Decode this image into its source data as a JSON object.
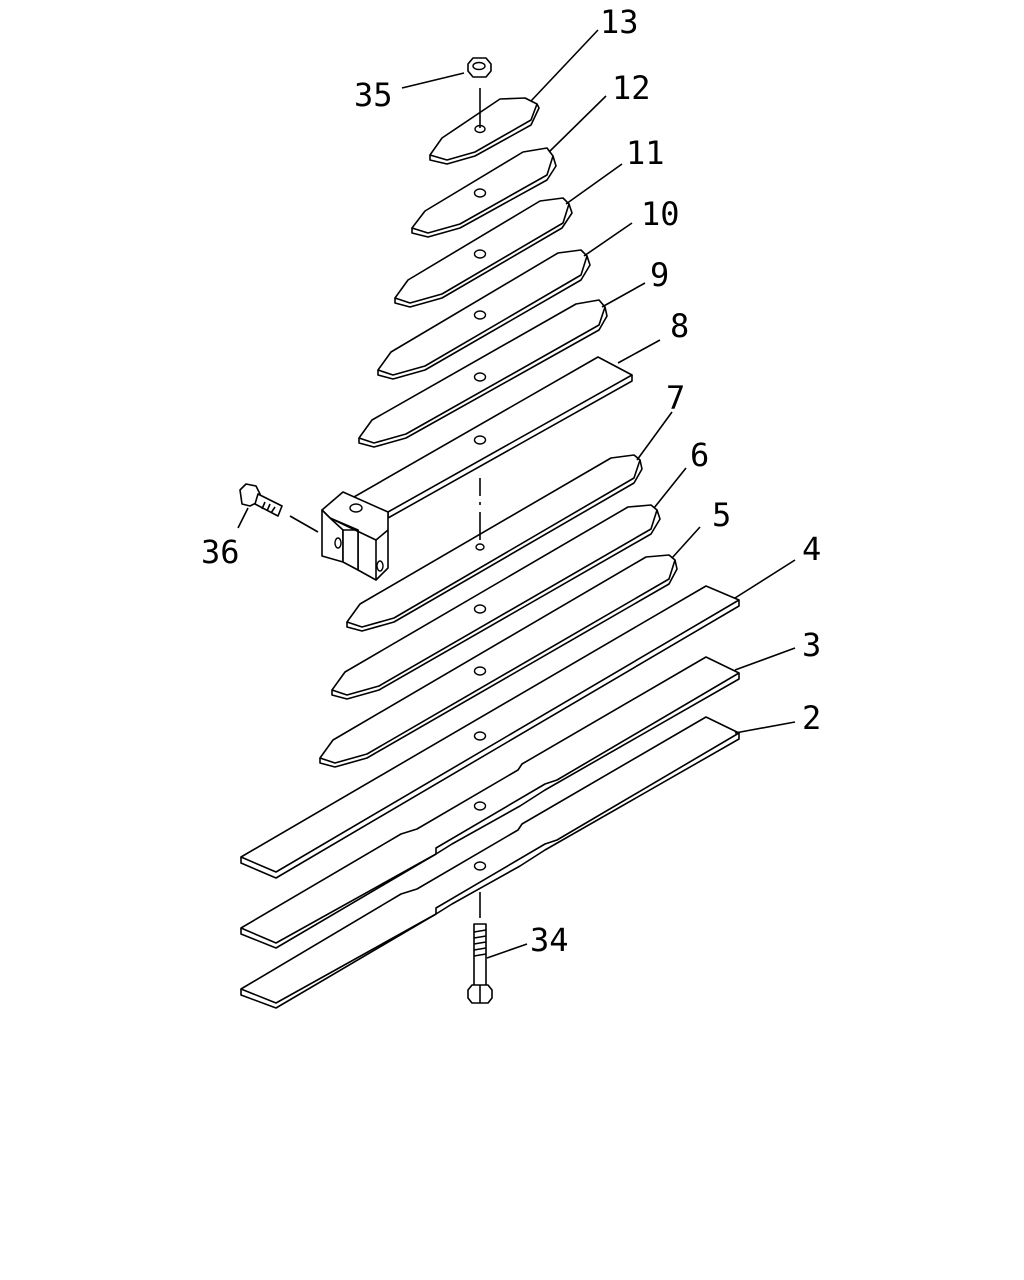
{
  "labels": {
    "l2": "2",
    "l3": "3",
    "l4": "4",
    "l5": "5",
    "l6": "6",
    "l7": "7",
    "l8": "8",
    "l9": "9",
    "l10": "10",
    "l11": "11",
    "l12": "12",
    "l13": "13",
    "l34": "34",
    "l35": "35",
    "l36": "36"
  }
}
